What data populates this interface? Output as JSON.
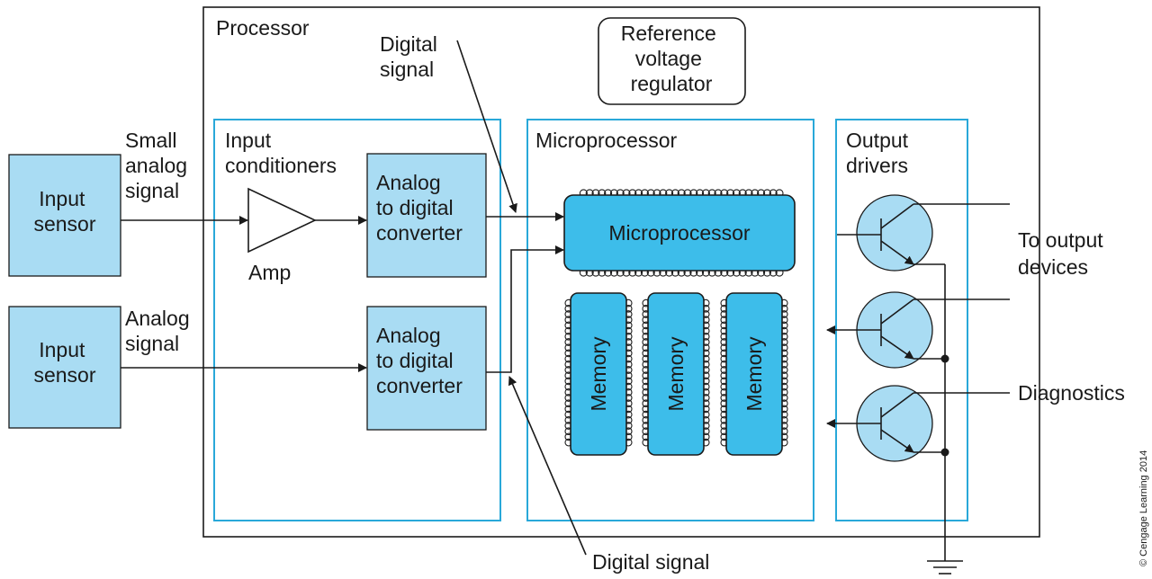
{
  "processor": {
    "label": "Processor"
  },
  "digital_signal_top": {
    "line1": "Digital",
    "line2": "signal"
  },
  "reference": {
    "line1": "Reference",
    "line2": "voltage",
    "line3": "regulator"
  },
  "input_conditioners": {
    "line1": "Input",
    "line2": "conditioners"
  },
  "microprocessor_section": {
    "label": "Microprocessor"
  },
  "output_drivers": {
    "line1": "Output",
    "line2": "drivers"
  },
  "input_sensor_1": {
    "line1": "Input",
    "line2": "sensor"
  },
  "input_sensor_2": {
    "line1": "Input",
    "line2": "sensor"
  },
  "small_analog_signal": {
    "line1": "Small",
    "line2": "analog",
    "line3": "signal"
  },
  "analog_signal": {
    "line1": "Analog",
    "line2": "signal"
  },
  "amp": {
    "label": "Amp"
  },
  "adc_1": {
    "line1": "Analog",
    "line2": "to digital",
    "line3": "converter"
  },
  "adc_2": {
    "line1": "Analog",
    "line2": "to digital",
    "line3": "converter"
  },
  "microprocessor_chip": {
    "label": "Microprocessor"
  },
  "memory": [
    "Memory",
    "Memory",
    "Memory"
  ],
  "to_output": {
    "line1": "To output",
    "line2": "devices"
  },
  "diagnostics": {
    "label": "Diagnostics"
  },
  "digital_signal_bottom": {
    "label": "Digital signal"
  },
  "credit": "© Cengage Learning 2014",
  "colors": {
    "section_border": "#29a8d9",
    "light_fill": "#a9dcf3",
    "chip_fill": "#3dbdea"
  }
}
